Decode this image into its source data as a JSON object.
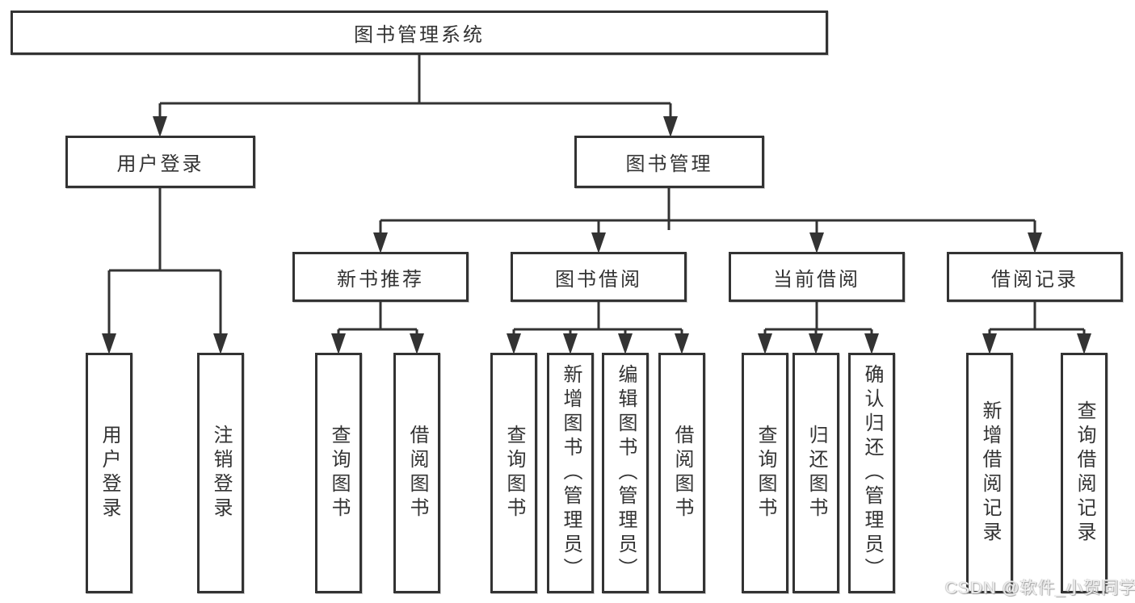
{
  "diagram": {
    "root": {
      "label": "图书管理系统"
    },
    "branches": [
      {
        "label": "用户登录",
        "children": [
          {
            "label": "用户登录"
          },
          {
            "label": "注销登录"
          }
        ]
      },
      {
        "label": "图书管理",
        "children": [
          {
            "label": "新书推荐",
            "children": [
              {
                "label": "查询图书"
              },
              {
                "label": "借阅图书"
              }
            ]
          },
          {
            "label": "图书借阅",
            "children": [
              {
                "label": "查询图书"
              },
              {
                "label": "新增图书（管理员）"
              },
              {
                "label": "编辑图书（管理员）"
              },
              {
                "label": "借阅图书"
              }
            ]
          },
          {
            "label": "当前借阅",
            "children": [
              {
                "label": "查询图书"
              },
              {
                "label": "归还图书"
              },
              {
                "label": "确认归还（管理员）"
              }
            ]
          },
          {
            "label": "借阅记录",
            "children": [
              {
                "label": "新增借阅记录"
              },
              {
                "label": "查询借阅记录"
              }
            ]
          }
        ]
      }
    ]
  },
  "watermark": {
    "text": "CSDN @软件_小贺同学"
  },
  "colors": {
    "line": "#333333",
    "text": "#333333",
    "box_background": "#ffffff",
    "page_background": "#ffffff",
    "watermark_text": "#efefef"
  }
}
